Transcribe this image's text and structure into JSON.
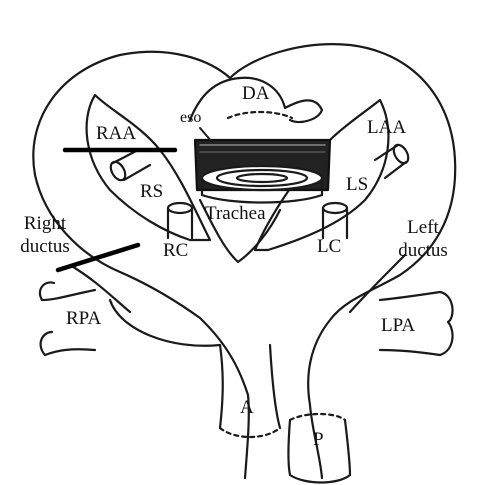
{
  "diagram": {
    "labels": {
      "da": "DA",
      "eso": "eso",
      "raa": "RAA",
      "laa": "LAA",
      "rs": "RS",
      "ls": "LS",
      "trachea": "Trachea",
      "right_ductus_line1": "Right",
      "right_ductus_line2": "ductus",
      "left_ductus_line1": "Left",
      "left_ductus_line2": "ductus",
      "rc": "RC",
      "lc": "LC",
      "rpa": "RPA",
      "lpa": "LPA",
      "a": "A",
      "p": "P"
    }
  }
}
